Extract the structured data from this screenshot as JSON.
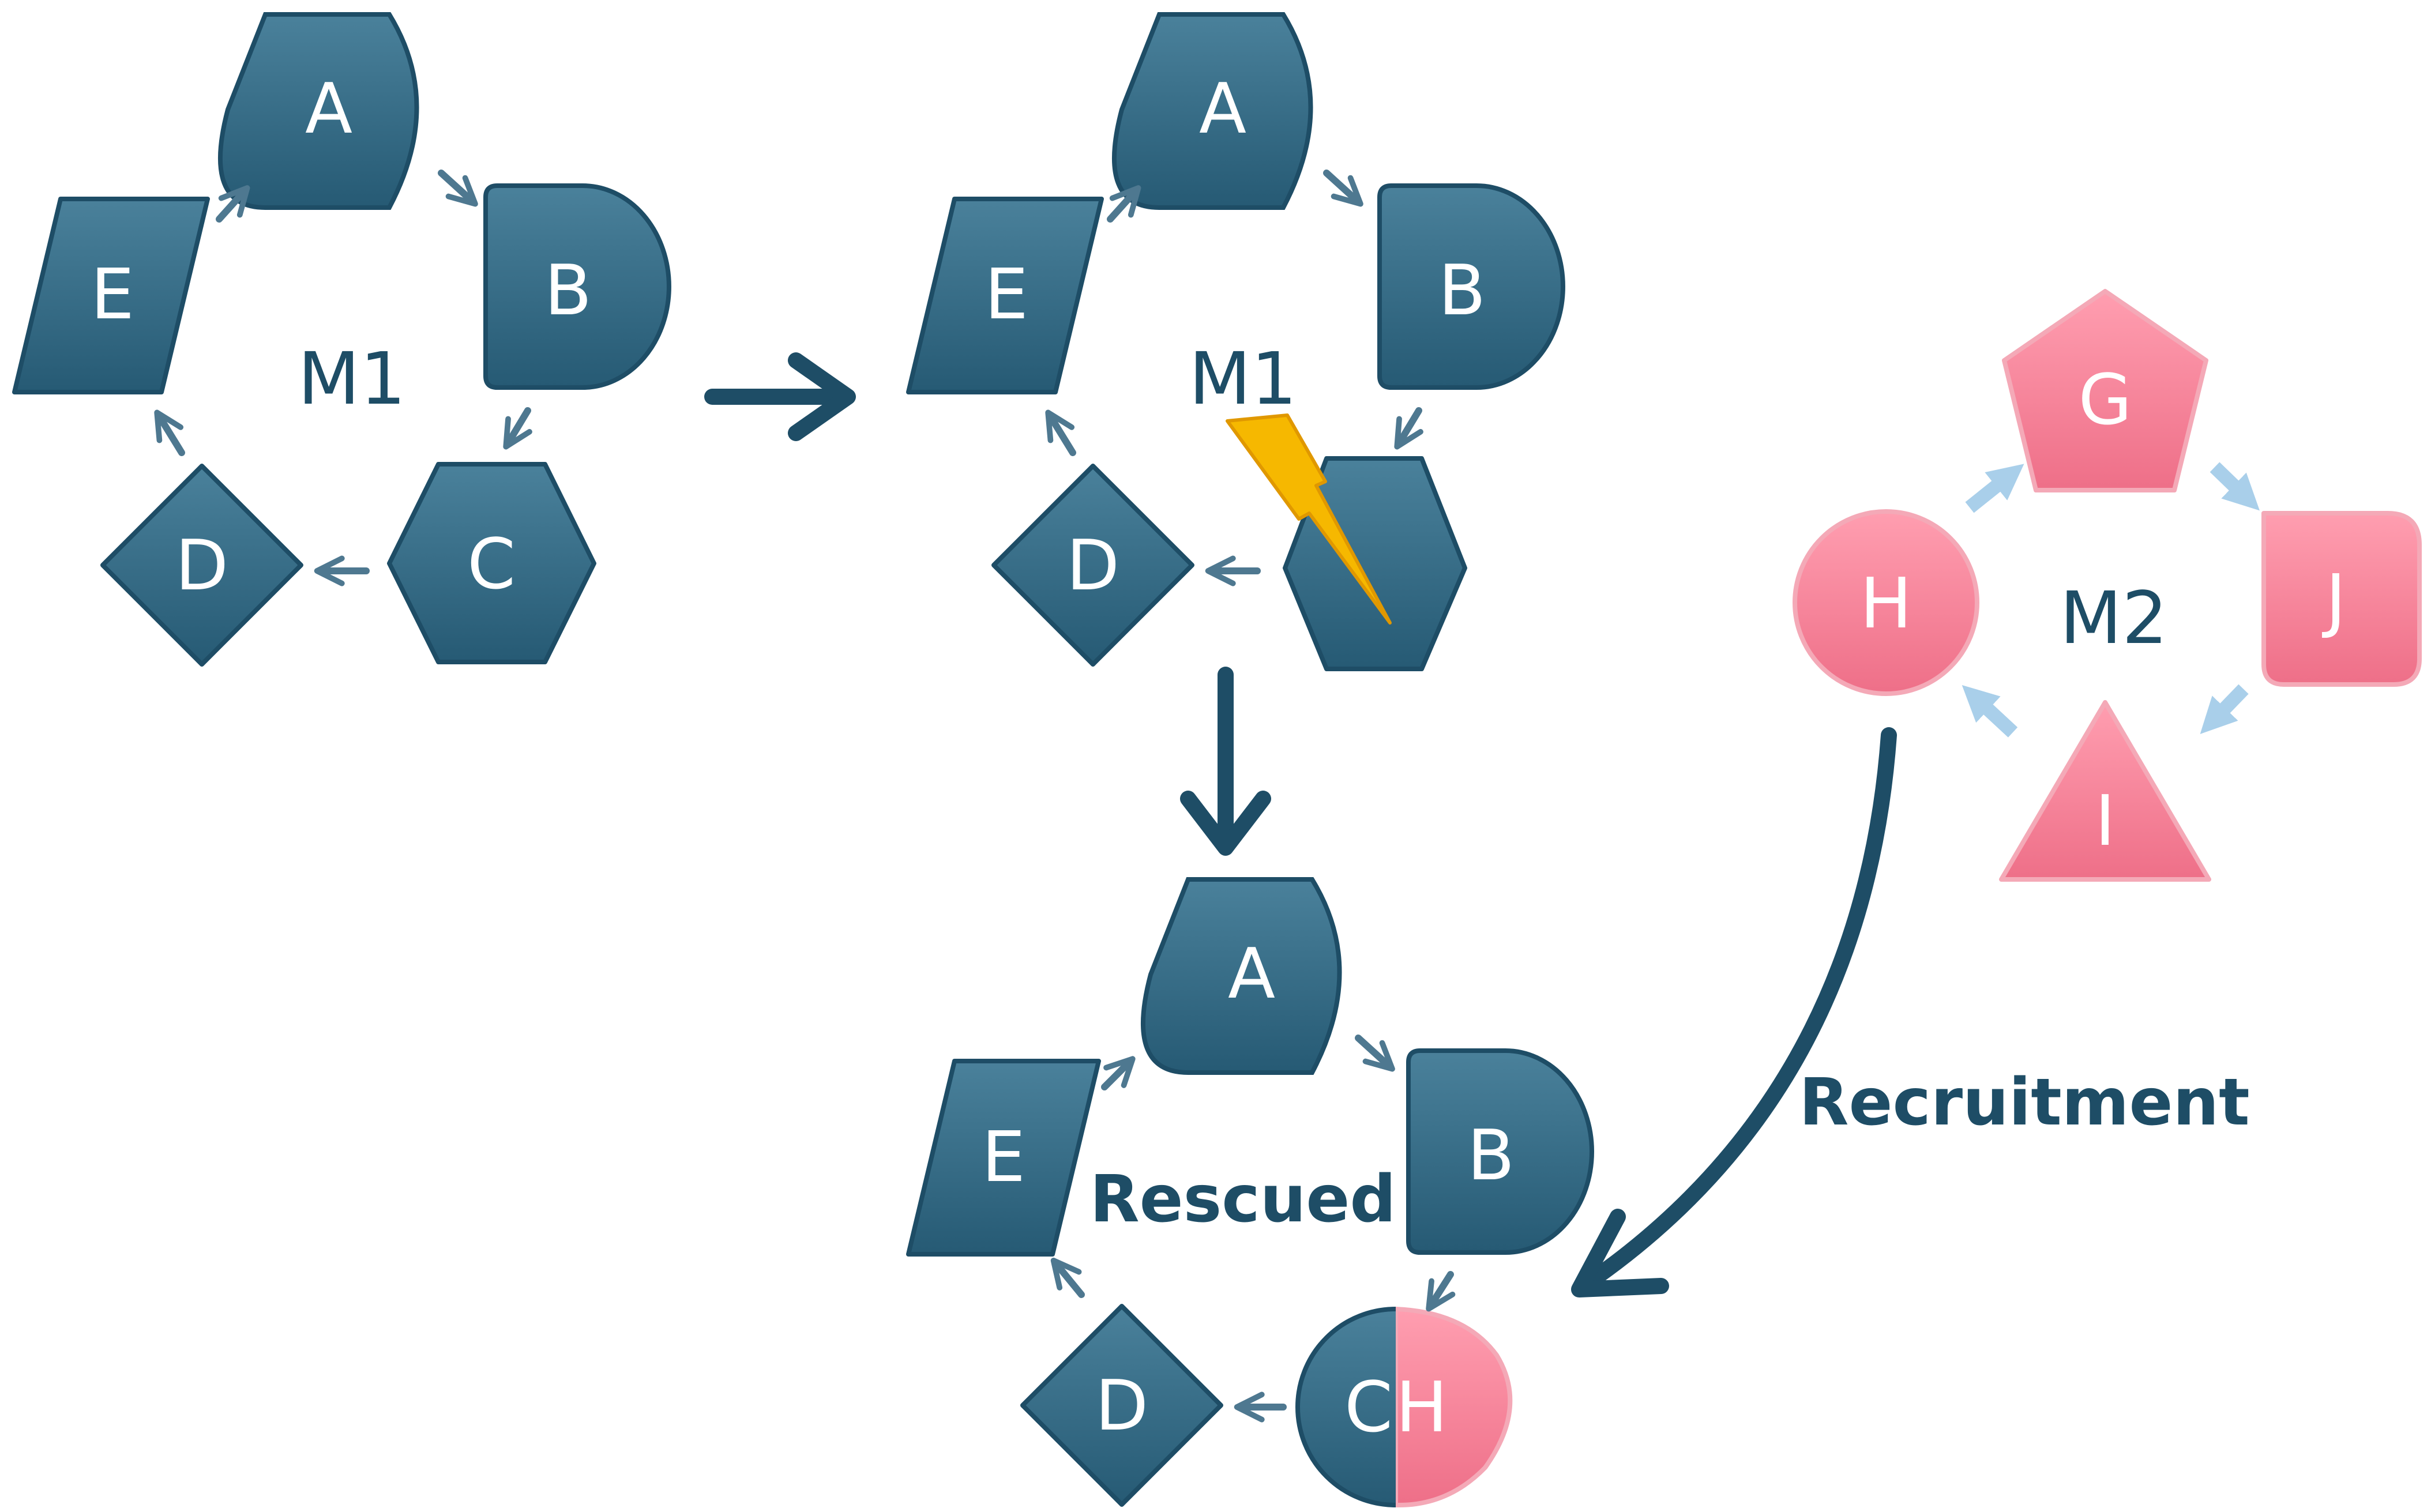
{
  "colors": {
    "teal": "#2f6782",
    "teal_dark": "#1e4d66",
    "pink": "#f07b91",
    "pink_light": "#ffc9d3",
    "arrow_small": "#4e7890",
    "arrow_light": "#a9cfea",
    "bolt": "#f4b400"
  },
  "cluster1": {
    "label": "M1",
    "nodes": {
      "A": "A",
      "B": "B",
      "C": "C",
      "D": "D",
      "E": "E"
    }
  },
  "cluster2": {
    "label": "M1",
    "nodes": {
      "A": "A",
      "B": "B",
      "D": "D",
      "E": "E"
    },
    "damage_icon": "lightning-bolt-icon"
  },
  "cluster3": {
    "nodes": {
      "G": "G",
      "H": "H",
      "I": "I",
      "J": "J"
    },
    "label": "M2"
  },
  "cluster4": {
    "label": "Rescued",
    "nodes": {
      "A": "A",
      "B": "B",
      "D": "D",
      "E": "E",
      "C": "C",
      "H": "H"
    }
  },
  "recruitment_label": "Recruitment"
}
